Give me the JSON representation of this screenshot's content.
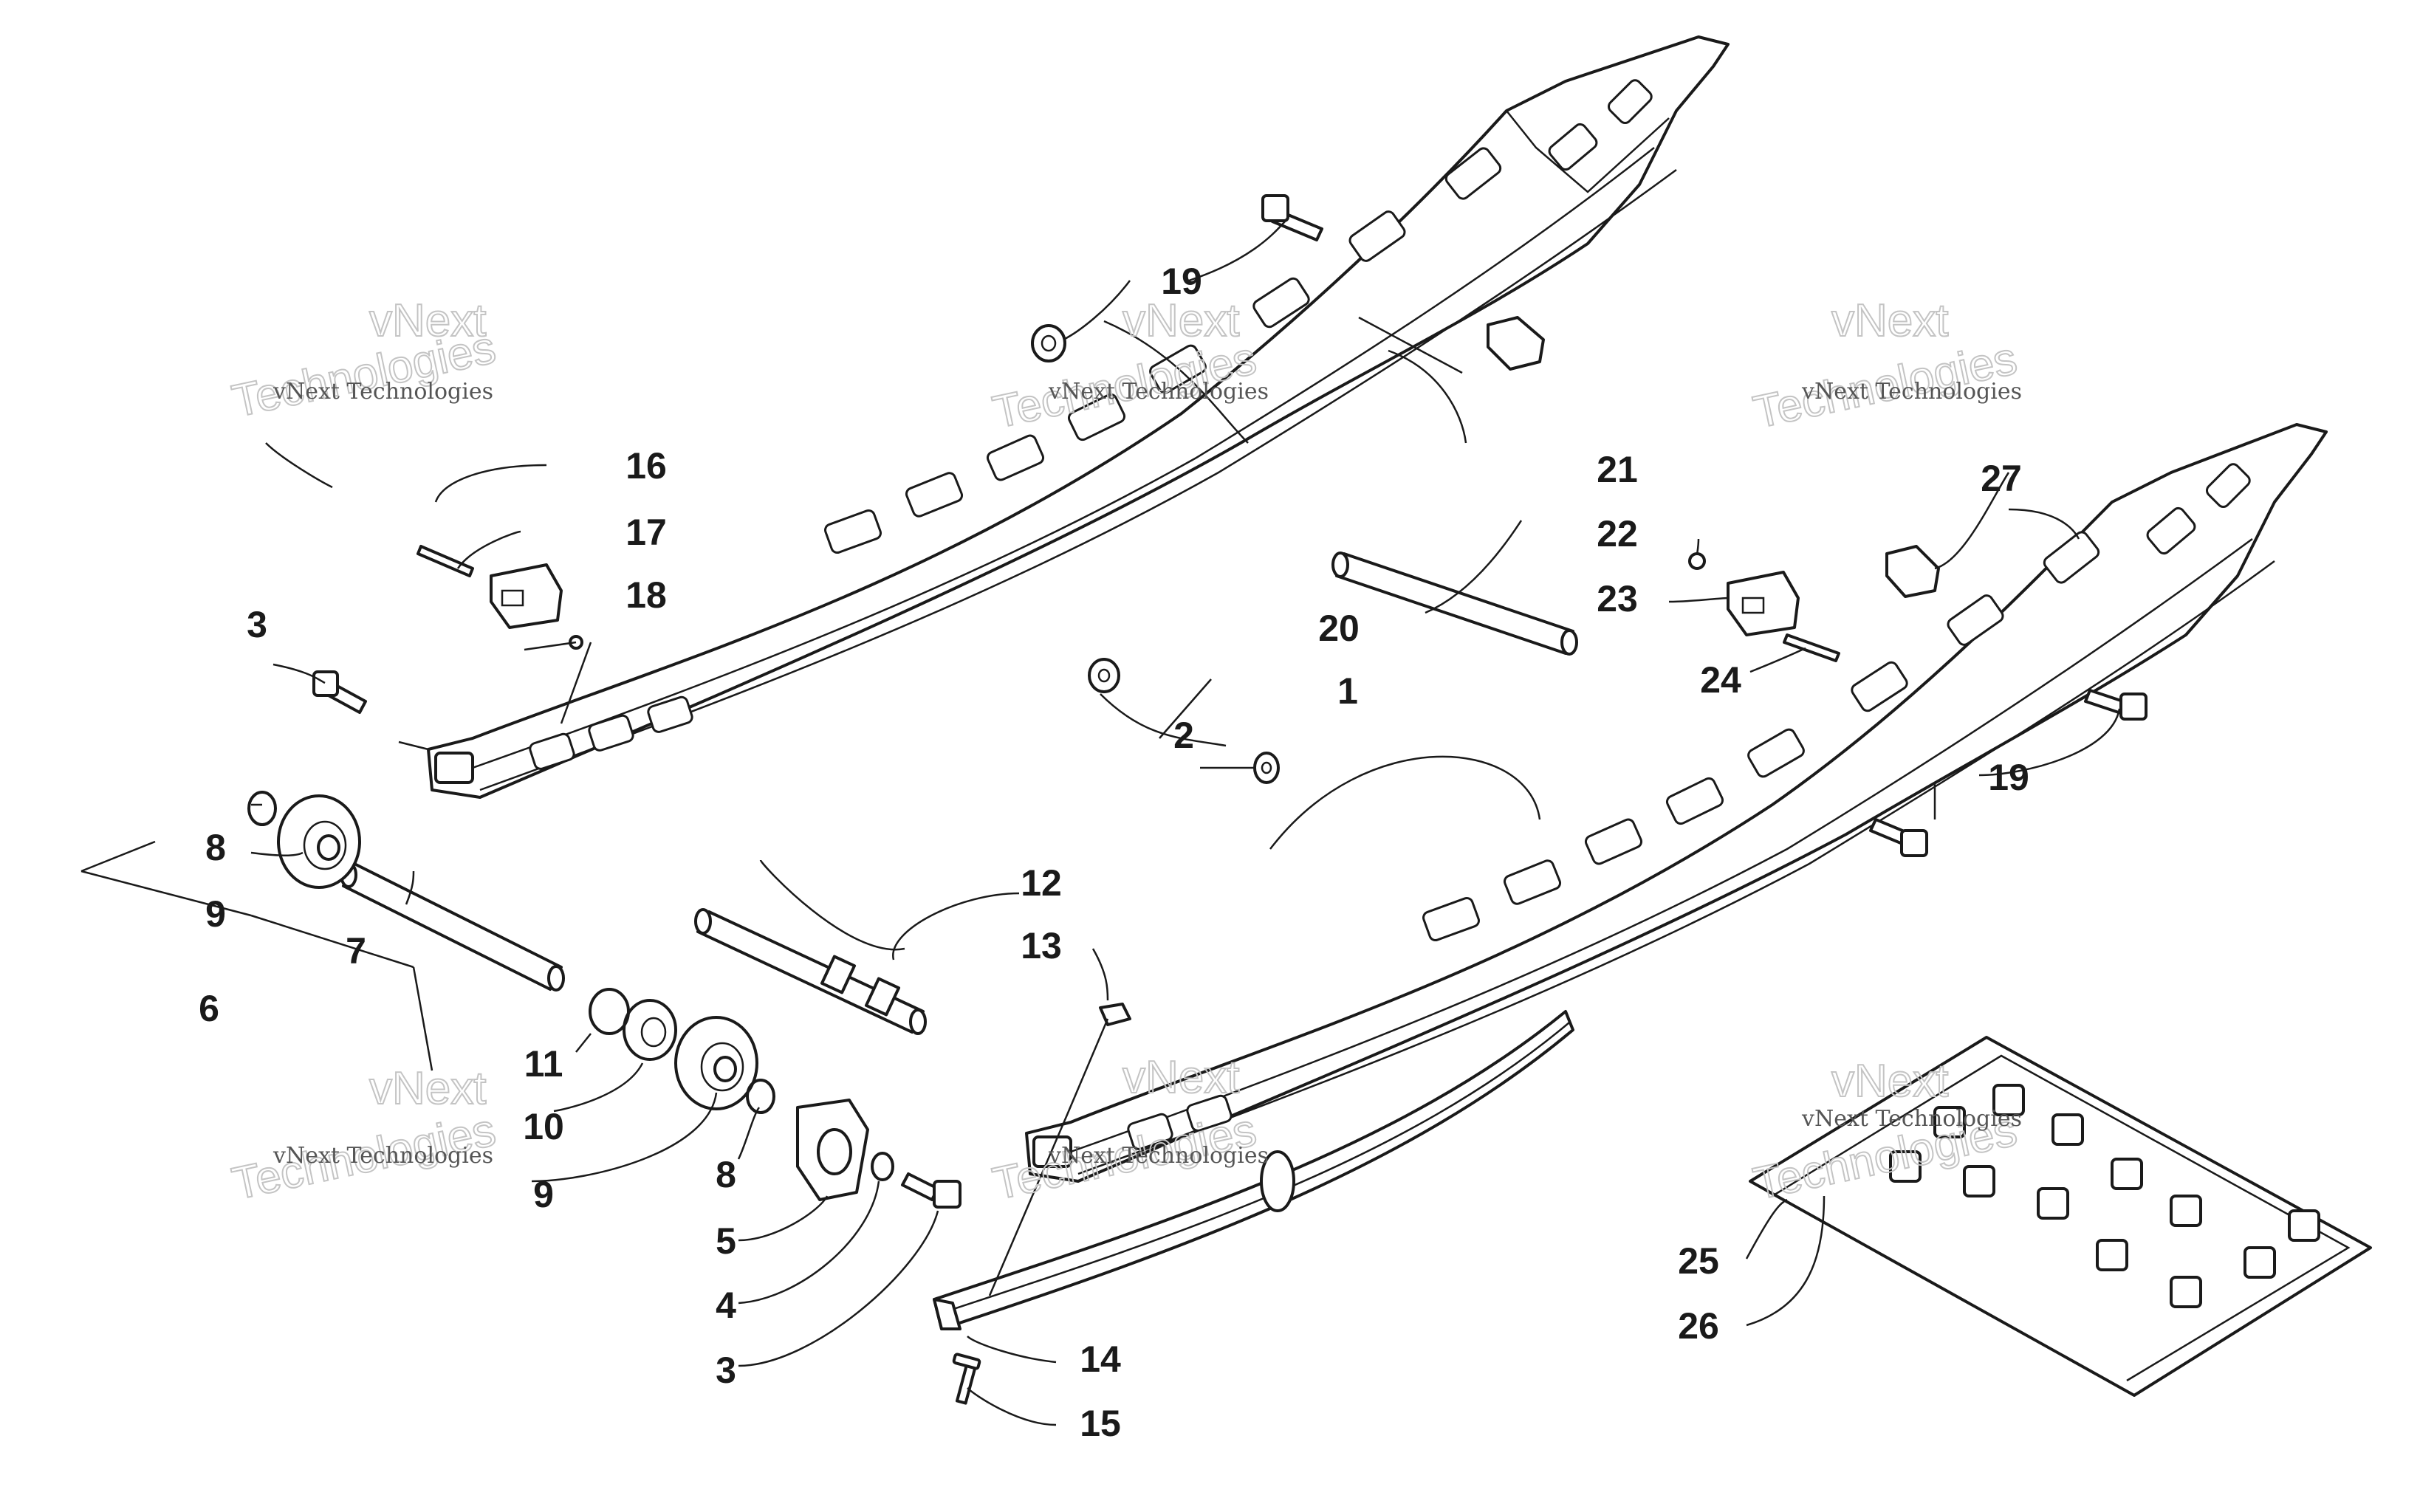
{
  "callouts": {
    "c1": "1",
    "c2": "2",
    "c3a": "3",
    "c3b": "3",
    "c4": "4",
    "c5": "5",
    "c6": "6",
    "c7": "7",
    "c8a": "8",
    "c8b": "8",
    "c9a": "9",
    "c9b": "9",
    "c10": "10",
    "c11": "11",
    "c12": "12",
    "c13": "13",
    "c14": "14",
    "c15": "15",
    "c16": "16",
    "c17": "17",
    "c18": "18",
    "c19a": "19",
    "c19b": "19",
    "c20": "20",
    "c21": "21",
    "c22": "22",
    "c23": "23",
    "c24": "24",
    "c25": "25",
    "c26": "26",
    "c27": "27"
  },
  "watermark": {
    "line1": "vNext",
    "line2": "Technologies",
    "small": "vNext Technologies"
  }
}
